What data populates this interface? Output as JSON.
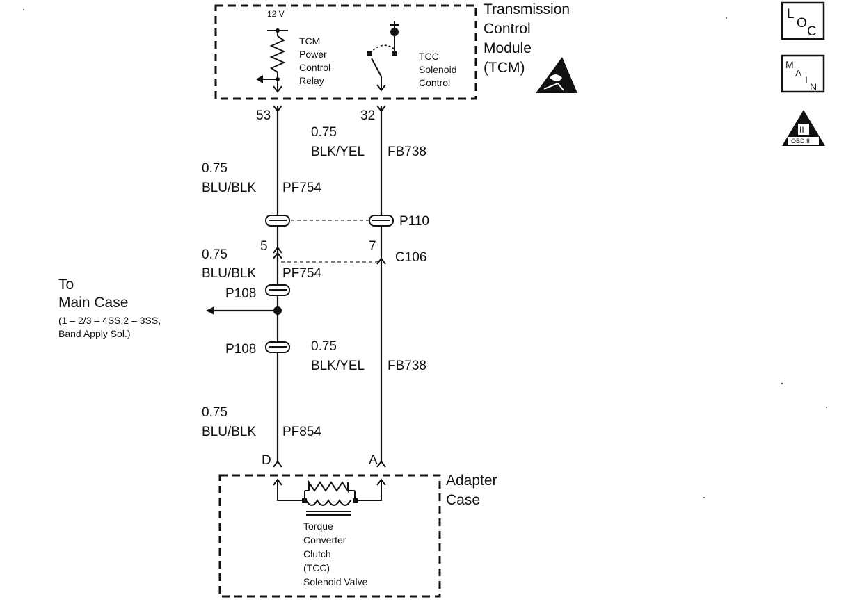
{
  "tcm": {
    "title_lines": [
      "Transmission",
      "Control",
      "Module",
      "(TCM)"
    ],
    "voltage": "12 V",
    "relay_lines": [
      "TCM",
      "Power",
      "Control",
      "Relay"
    ],
    "solenoid_control_lines": [
      "TCC",
      "Solenoid",
      "Control"
    ],
    "pin_left": "53",
    "pin_right": "32"
  },
  "wires": {
    "left_upper": {
      "gauge": "0.75",
      "color_circuit": "BLU/BLK",
      "circuit": "PF754"
    },
    "right_upper": {
      "gauge": "0.75",
      "color_circuit": "BLK/YEL",
      "circuit": "FB738"
    },
    "left_mid": {
      "gauge": "0.75",
      "color_circuit": "BLU/BLK",
      "circuit": "PF754"
    },
    "right_lower": {
      "gauge": "0.75",
      "color_circuit": "BLK/YEL",
      "circuit": "FB738"
    },
    "left_lower": {
      "gauge": "0.75",
      "color_circuit": "BLU/BLK",
      "circuit": "PF854"
    }
  },
  "connectors": {
    "p110": "P110",
    "c106": "C106",
    "c106_pin_left": "5",
    "c106_pin_right": "7",
    "p108_upper": "P108",
    "p108_lower": "P108"
  },
  "main_case": {
    "lines": [
      "To",
      "Main Case"
    ],
    "detail_lines": [
      "(1 – 2/3 – 4SS,2 – 3SS,",
      "Band Apply Sol.)"
    ]
  },
  "adapter": {
    "title_lines": [
      "Adapter",
      "Case"
    ],
    "pin_left": "D",
    "pin_right": "A",
    "valve_lines": [
      "Torque",
      "Converter",
      "Clutch",
      "(TCC)",
      "Solenoid Valve"
    ]
  },
  "icons": {
    "loc": {
      "l": "L",
      "o": "O",
      "c": "C"
    },
    "main": {
      "m": "M",
      "a": "A",
      "i": "I",
      "n": "N"
    },
    "obd": {
      "numeral": "II",
      "text": "OBD II"
    }
  }
}
